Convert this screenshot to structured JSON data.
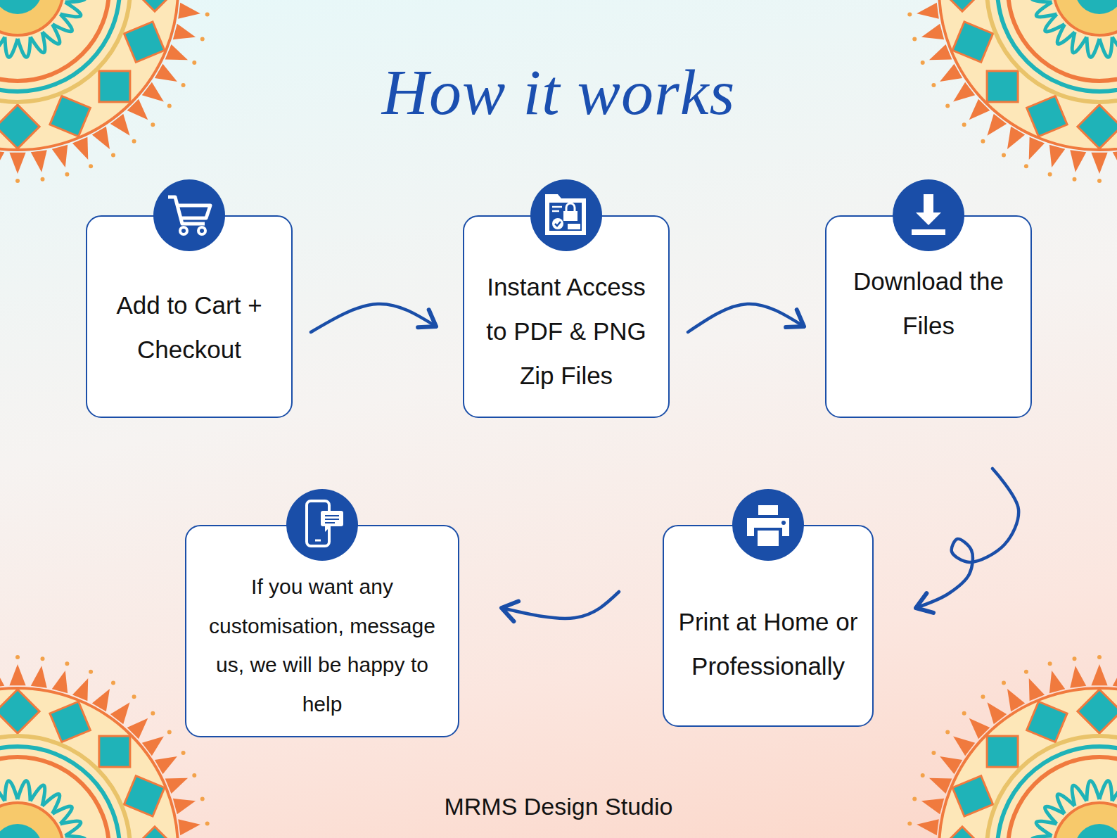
{
  "diagram": {
    "title": "How it works",
    "nodes": [
      {
        "text": [
          "Add to Cart + Checkout"
        ]
      },
      {
        "text": [
          "Instant Access to PDF & PNG Zip Files"
        ]
      },
      {
        "text": [
          "Download the Files"
        ]
      },
      {
        "text": [
          "Print at Home or Professionally"
        ]
      },
      {
        "text": [
          "If you want any customisation, message us, we will be happy to help"
        ]
      }
    ],
    "edges": [
      {
        "from": 0,
        "to": 1,
        "arrow": "to"
      },
      {
        "from": 1,
        "to": 2,
        "arrow": "to"
      },
      {
        "from": 2,
        "to": 3,
        "arrow": "to"
      },
      {
        "from": 3,
        "to": 4,
        "arrow": "to"
      }
    ],
    "labels": [
      "MRMS Design Studio"
    ]
  }
}
